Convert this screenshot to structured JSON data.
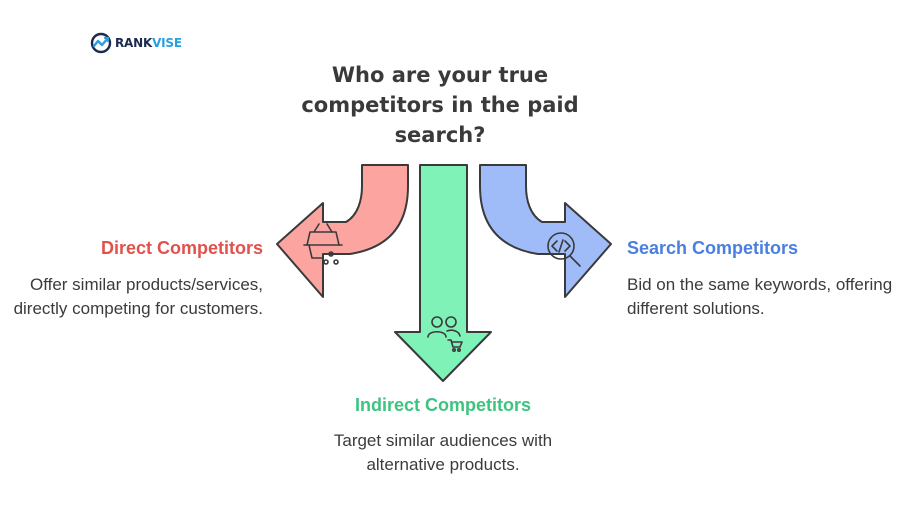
{
  "brand": {
    "rank": "RANK",
    "vise": "VISE"
  },
  "title": "Who are your true competitors in the paid search?",
  "direct": {
    "heading": "Direct Competitors",
    "description": "Offer similar products/services, directly competing for customers.",
    "color": "#e0524b",
    "arrow_color": "#fca5a0",
    "icon": "shopping-basket-icon"
  },
  "indirect": {
    "heading": "Indirect Competitors",
    "description": "Target similar audiences with alternative products.",
    "color": "#3dc47e",
    "arrow_color": "#7ff2b8",
    "icon": "users-cart-icon"
  },
  "search": {
    "heading": "Search Competitors",
    "description": "Bid on the same keywords, offering different solutions.",
    "color": "#4a7fe0",
    "arrow_color": "#9fbcf9",
    "icon": "code-search-icon"
  }
}
